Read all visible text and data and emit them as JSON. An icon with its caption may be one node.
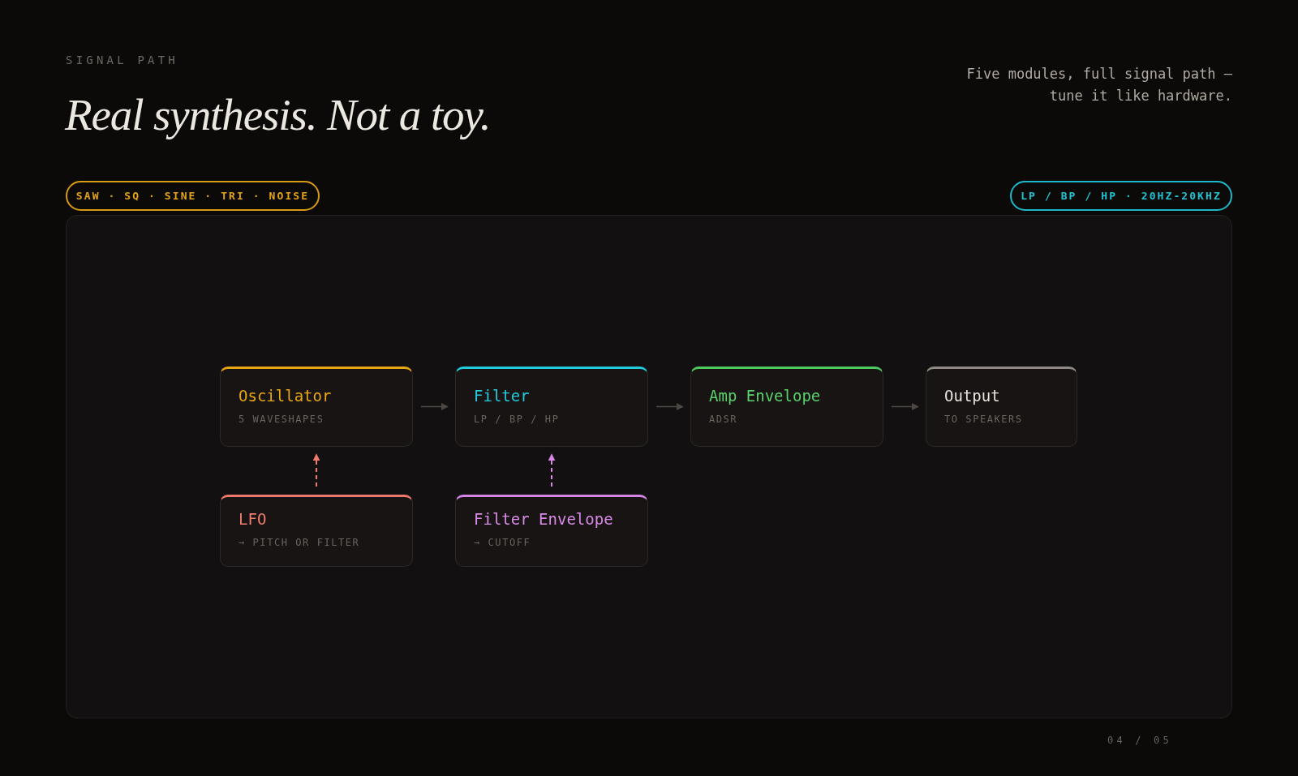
{
  "diagram": {
    "title": "Real synthesis. Not a toy.",
    "nodes": [
      {
        "text": [
          "SAW · SQ · SINE · TRI · NOISE"
        ]
      },
      {
        "text": [
          "LP / BP / HP · 20HZ-20KHZ"
        ]
      },
      {
        "text": [
          "Oscillator",
          "5 WAVESHAPES"
        ]
      },
      {
        "text": [
          "Filter",
          "LP / BP / HP"
        ]
      },
      {
        "text": [
          "Amp Envelope",
          "ADSR"
        ]
      },
      {
        "text": [
          "Output",
          "TO SPEAKERS"
        ]
      },
      {
        "text": [
          "LFO",
          "→ PITCH OR FILTER"
        ]
      },
      {
        "text": [
          "Filter Envelope",
          "→ CUTOFF"
        ]
      }
    ],
    "edges": [
      {
        "from": 2,
        "to": 3,
        "arrow": "to"
      },
      {
        "from": 3,
        "to": 4,
        "arrow": "to"
      },
      {
        "from": 4,
        "to": 5,
        "arrow": "to"
      },
      {
        "from": 6,
        "to": 2,
        "arrow": "to",
        "style": "dashed",
        "color": "#ef7a6b"
      },
      {
        "from": 7,
        "to": 3,
        "arrow": "to",
        "style": "dashed",
        "color": "#d585e4"
      }
    ],
    "labels": [
      "SIGNAL PATH",
      "Five modules, full signal path — tune it like hardware.",
      "04 / 05"
    ]
  }
}
